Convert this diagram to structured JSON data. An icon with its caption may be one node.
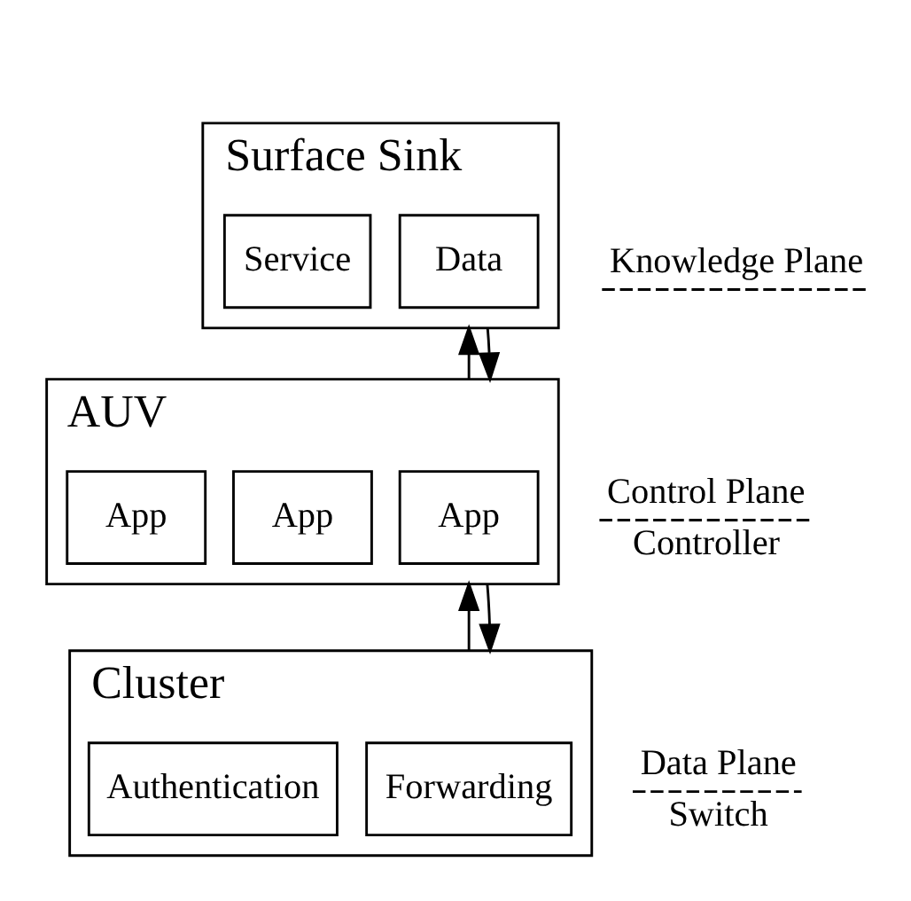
{
  "diagram": {
    "nodes": [
      {
        "text": [
          "Surface Sink"
        ]
      },
      {
        "text": [
          "Data"
        ],
        "in": 0
      },
      {
        "text": [
          "Service"
        ],
        "in": 0
      },
      {
        "text": [
          "AUV"
        ]
      },
      {
        "text": [
          "App"
        ],
        "in": 3
      },
      {
        "text": [
          "App"
        ],
        "in": 3
      },
      {
        "text": [
          "App"
        ],
        "in": 3
      },
      {
        "text": [
          "Cluster"
        ]
      },
      {
        "text": [
          "Forwarding"
        ],
        "in": 7
      },
      {
        "text": [
          "Authentication"
        ],
        "in": 7
      }
    ],
    "edges": [
      {
        "from": 3,
        "to": 0,
        "arrow": "to"
      },
      {
        "from": 0,
        "to": 3,
        "arrow": "to"
      },
      {
        "from": 7,
        "to": 3,
        "arrow": "to"
      },
      {
        "from": 3,
        "to": 7,
        "arrow": "to"
      }
    ],
    "labels": [
      "Knowledge Plane",
      "Control Plane",
      "Controller",
      "Data Plane",
      "Switch"
    ]
  }
}
